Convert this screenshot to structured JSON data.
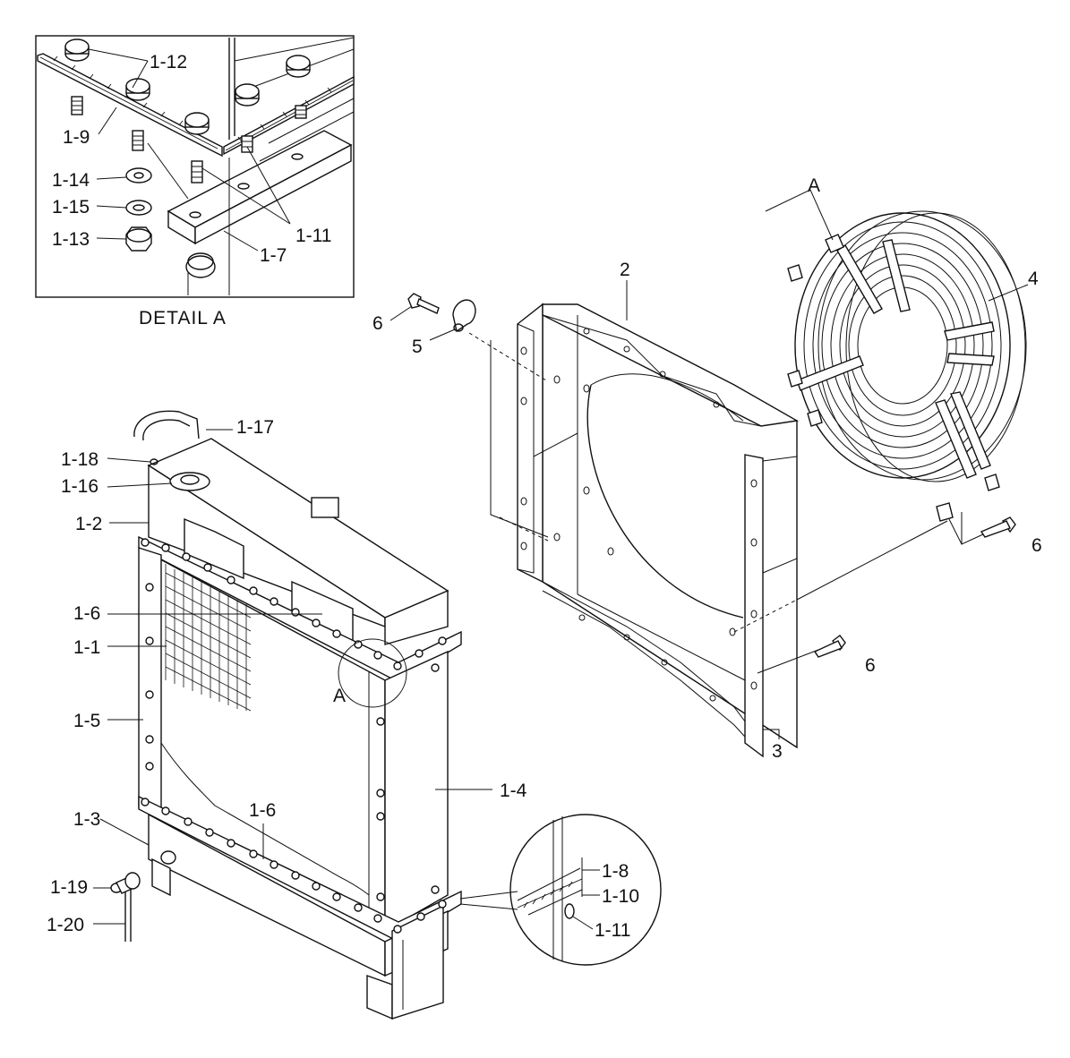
{
  "caption": "DETAIL A",
  "labels": {
    "l_1_12": "1-12",
    "l_1_9": "1-9",
    "l_1_14": "1-14",
    "l_1_15": "1-15",
    "l_1_13": "1-13",
    "l_1_11a": "1-11",
    "l_1_7": "1-7",
    "l_A_fan": "A",
    "l_A_rad": "A",
    "l_2": "2",
    "l_3": "3",
    "l_4": "4",
    "l_5": "5",
    "l_6a": "6",
    "l_6b": "6",
    "l_6c": "6",
    "l_1_17": "1-17",
    "l_1_18": "1-18",
    "l_1_16": "1-16",
    "l_1_2": "1-2",
    "l_1_6a": "1-6",
    "l_1_1": "1-1",
    "l_1_5": "1-5",
    "l_1_4": "1-4",
    "l_1_6b": "1-6",
    "l_1_3": "1-3",
    "l_1_19": "1-19",
    "l_1_20": "1-20",
    "l_1_8": "1-8",
    "l_1_10": "1-10",
    "l_1_11b": "1-11"
  }
}
